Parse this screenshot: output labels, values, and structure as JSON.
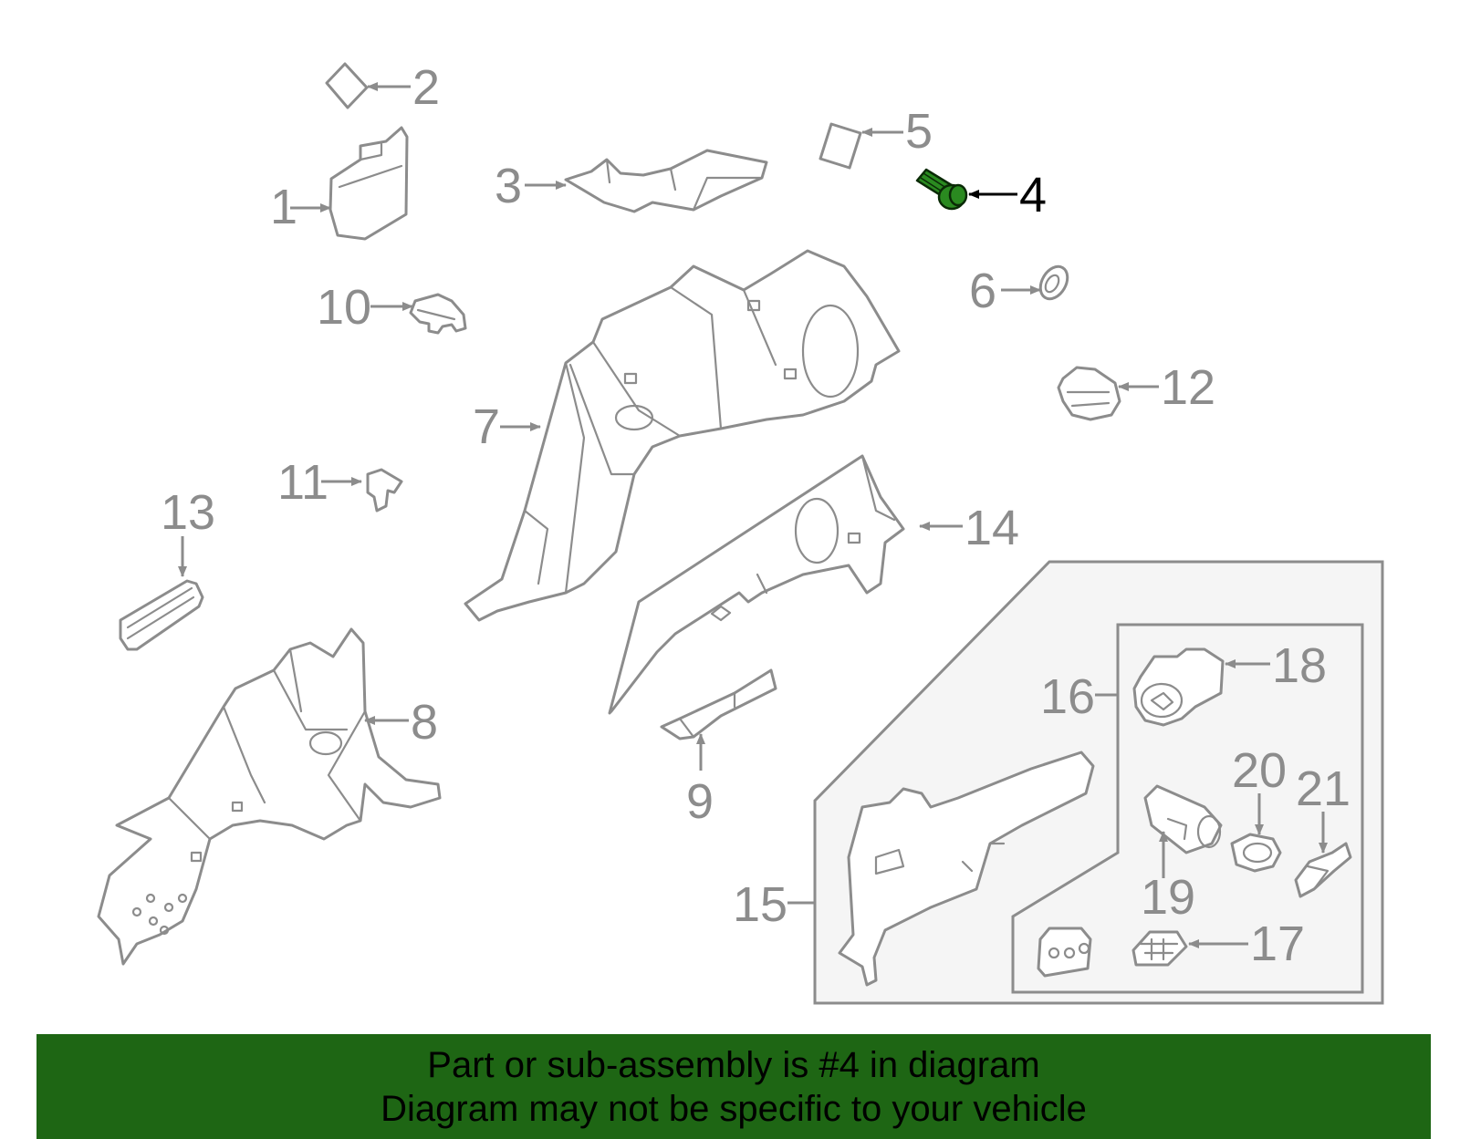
{
  "diagram": {
    "highlighted_part": "4",
    "callouts": [
      "1",
      "2",
      "3",
      "4",
      "5",
      "6",
      "7",
      "8",
      "9",
      "10",
      "11",
      "12",
      "13",
      "14",
      "15",
      "16",
      "17",
      "18",
      "19",
      "20",
      "21"
    ],
    "colors": {
      "line": "#8c8c8c",
      "highlight_part": "#2a8a20",
      "highlight_label": "#000000",
      "banner_bg": "#1e6614",
      "inset_bg": "#f5f5f5"
    }
  },
  "banner": {
    "line1": "Part or sub-assembly is #4 in diagram",
    "line2": "Diagram may not be specific to your vehicle"
  }
}
